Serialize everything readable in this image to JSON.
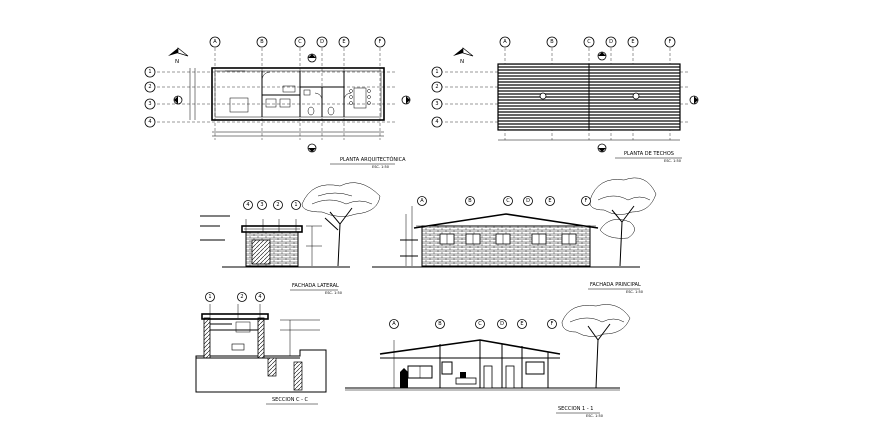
{
  "drawings": {
    "planta_arquitectonica": {
      "title": "PLANTA ARQUITECTÓNICA",
      "scale": "ESC. 1:50"
    },
    "planta_techos": {
      "title": "PLANTA DE TECHOS",
      "scale": "ESC. 1:50"
    },
    "fachada_lateral": {
      "title": "FACHADA LATERAL",
      "scale": "ESC. 1:50"
    },
    "fachada_principal": {
      "title": "FACHADA PRINCIPAL",
      "scale": "ESC. 1:50"
    },
    "seccion_c": {
      "title": "SECCION C - C"
    },
    "seccion_1": {
      "title": "SECCION 1 - 1",
      "scale": "ESC. 1:50"
    }
  },
  "grid_axes": {
    "letters": [
      "A",
      "B",
      "C",
      "D",
      "E",
      "F"
    ],
    "numbers": [
      "1",
      "2",
      "3",
      "4"
    ]
  },
  "north_label": "N"
}
